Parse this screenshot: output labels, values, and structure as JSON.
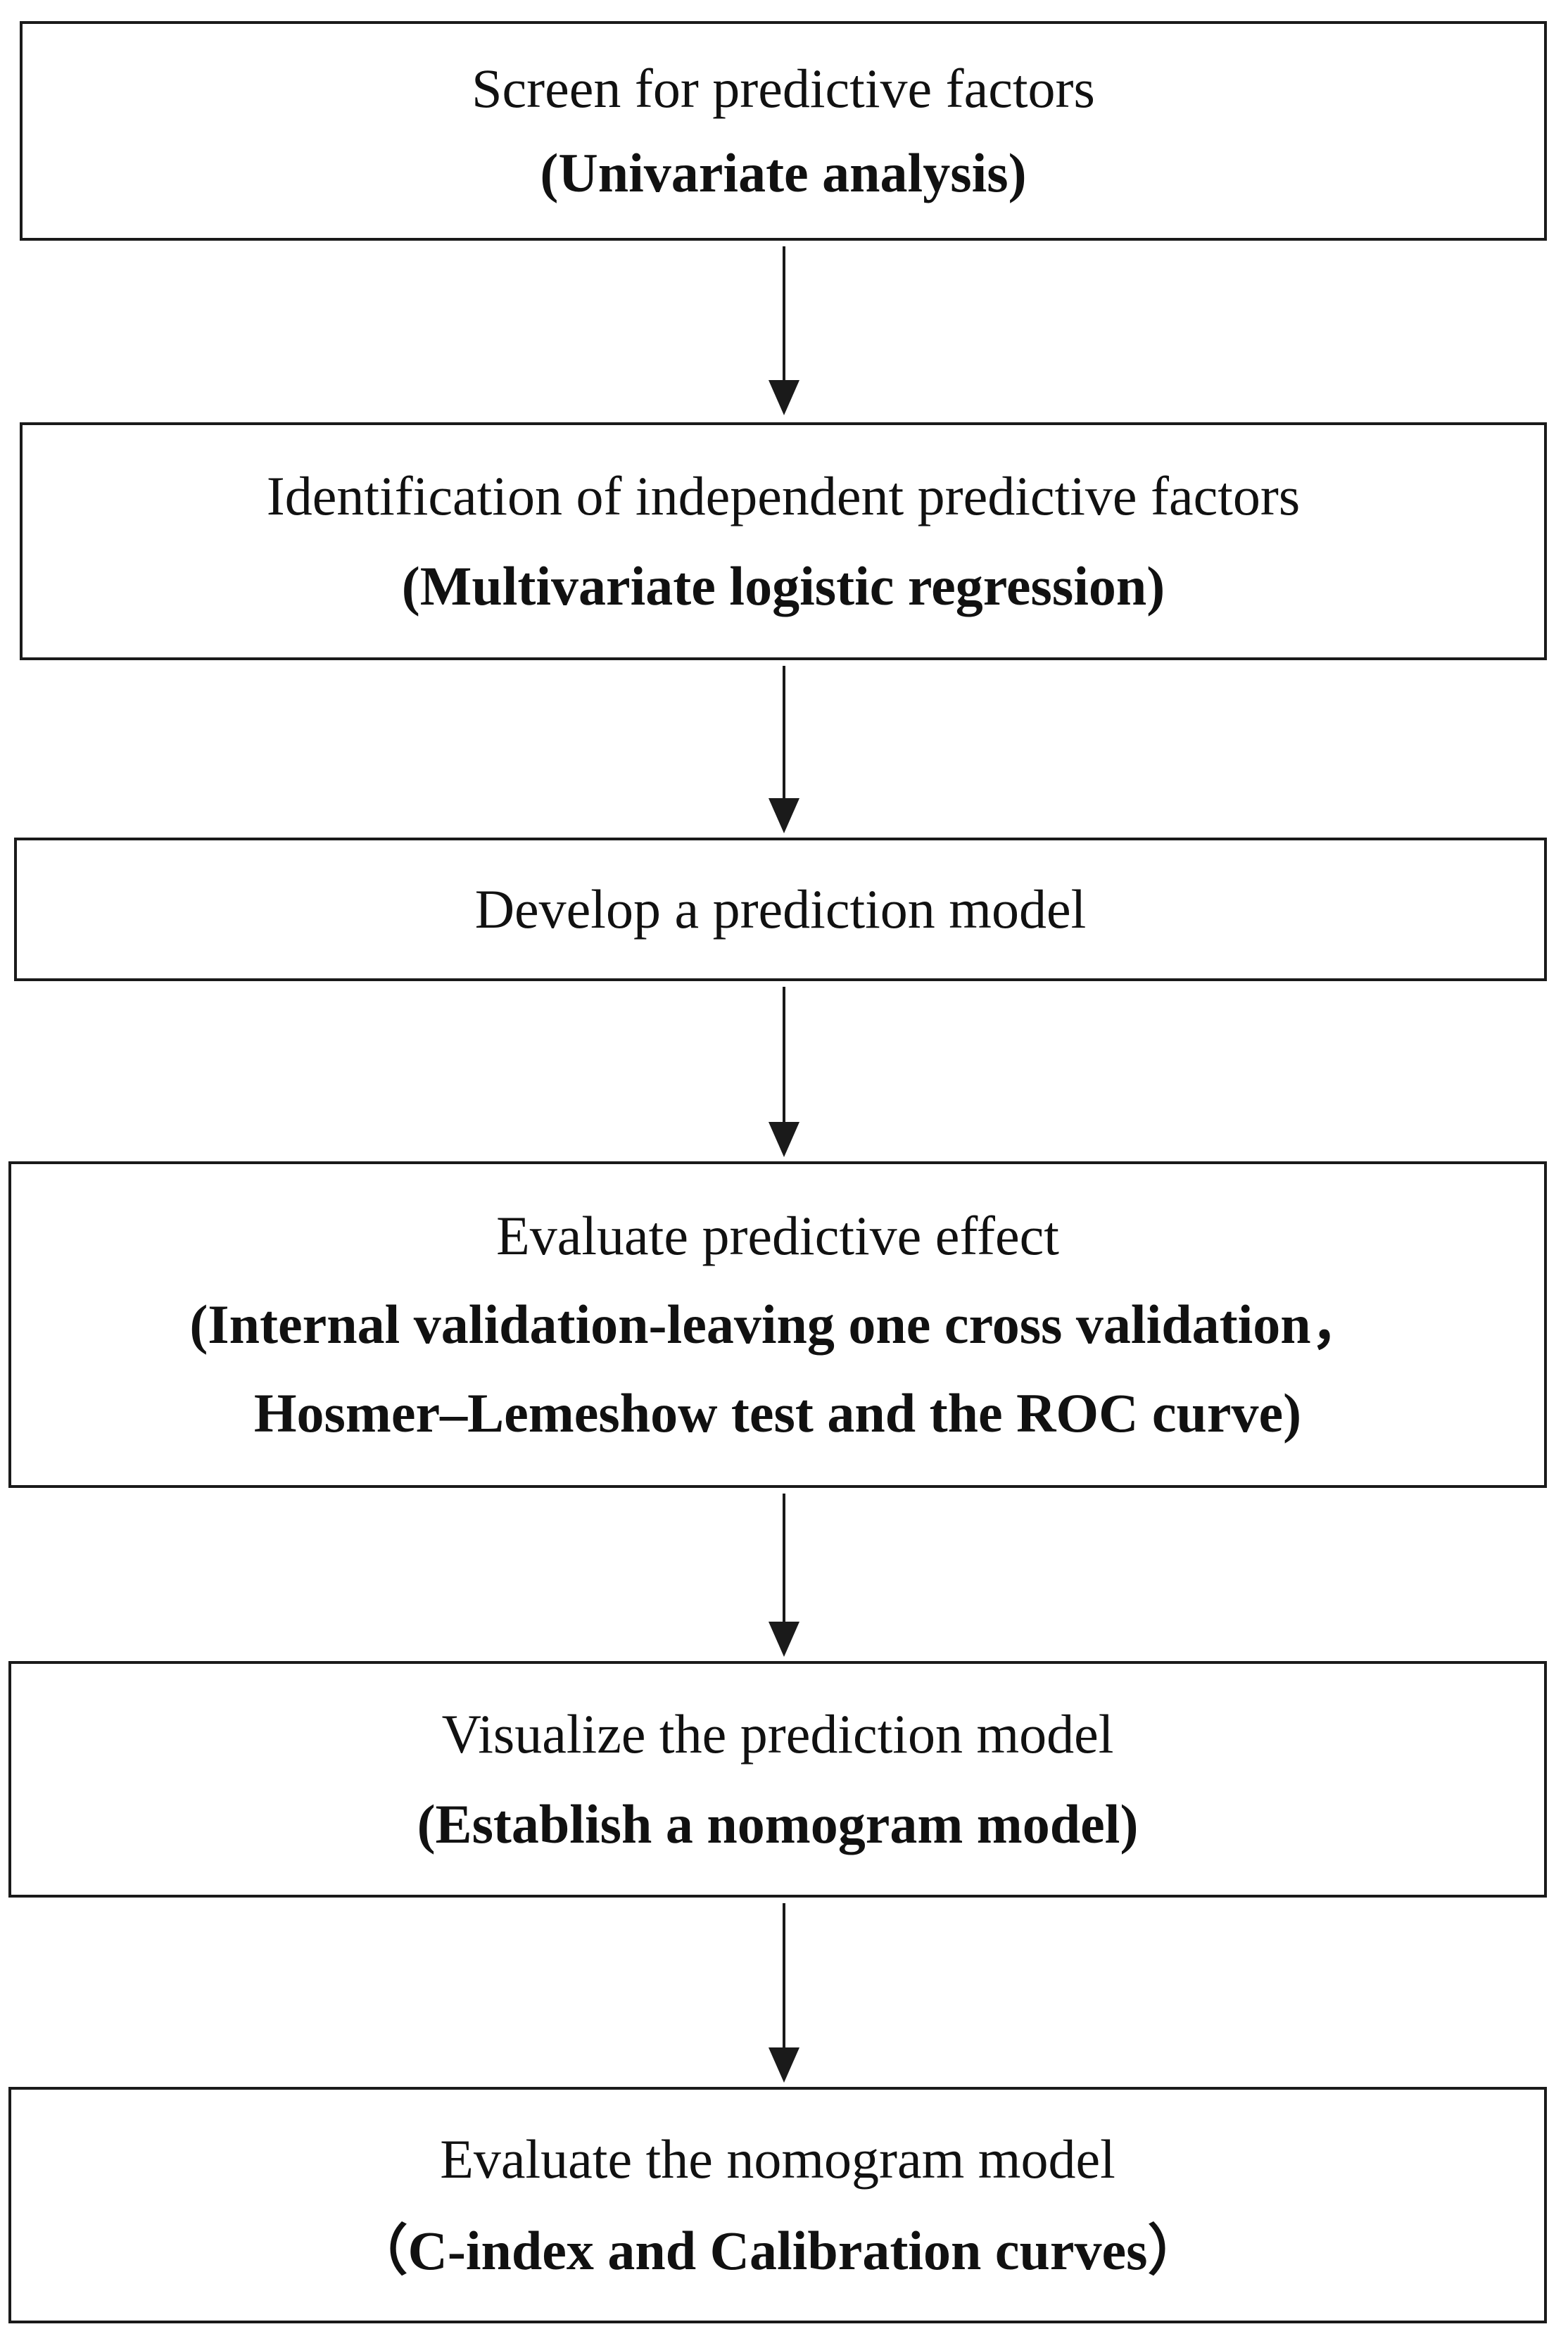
{
  "steps": [
    {
      "title": "Screen for predictive factors",
      "detail": "(Univariate analysis)"
    },
    {
      "title": "Identification of independent predictive factors",
      "detail": "(Multivariate logistic regression)"
    },
    {
      "title": "Develop a prediction model"
    },
    {
      "title": "Evaluate predictive effect",
      "detail": "(Internal validation-leaving one cross validation，",
      "detail_2": "Hosmer–Lemeshow test and the ROC curve)"
    },
    {
      "title": "Visualize the prediction model",
      "detail": "(Establish a nomogram model)"
    },
    {
      "title": "Evaluate the nomogram model",
      "detail": "（C-index and Calibration curves）"
    }
  ],
  "colors": {
    "stroke": "#1a1a1a",
    "background": "#ffffff",
    "text": "#111111"
  }
}
